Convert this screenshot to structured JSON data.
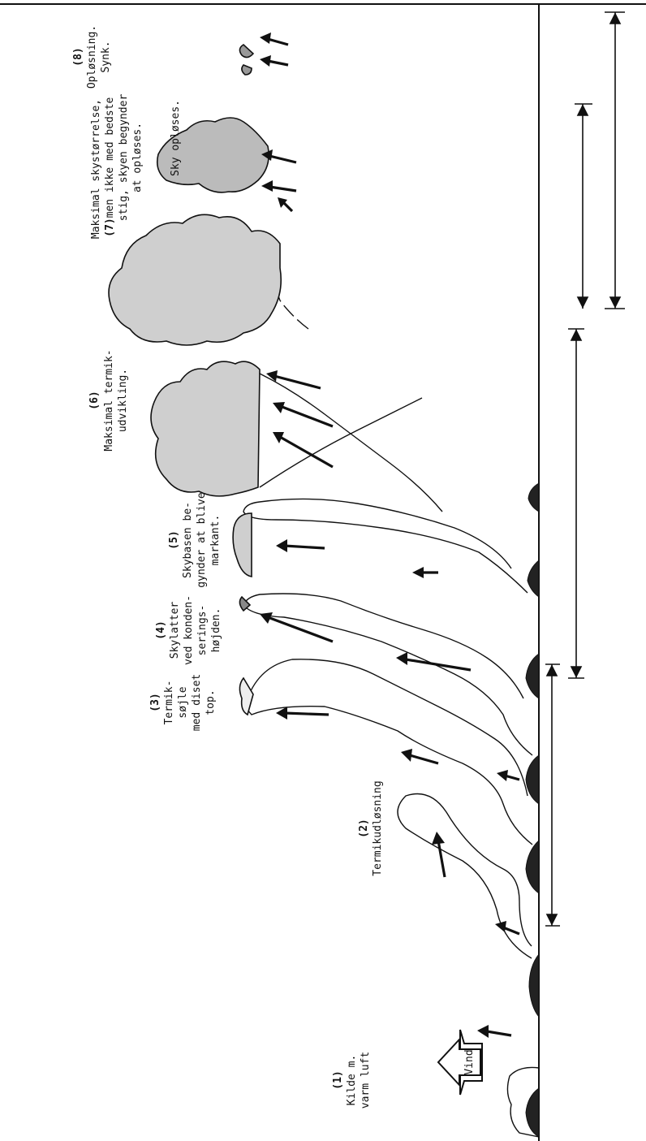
{
  "stages": [
    {
      "num": "(1)",
      "lines": [
        "Kilde m.",
        "varm luft"
      ]
    },
    {
      "num": "(2)",
      "lines": [
        "Termikudløsning"
      ]
    },
    {
      "num": "(3)",
      "lines": [
        "Termik-",
        "søjle",
        "med diset",
        "top."
      ]
    },
    {
      "num": "(4)",
      "lines": [
        "Skylatter",
        "ved konden-",
        "serings-",
        "højden."
      ]
    },
    {
      "num": "(5)",
      "lines": [
        "Skybasen be-",
        "gynder at blive",
        "markant."
      ]
    },
    {
      "num": "(6)",
      "lines": [
        "Maksimal termik-",
        "udvikling."
      ]
    },
    {
      "num": "(7)",
      "lines": [
        "Maksimal skystørrelse,",
        "men ikke med bedste",
        "stig, skyen begynder",
        "at opløses."
      ]
    },
    {
      "num": "",
      "lines": [
        "Sky opløses."
      ]
    },
    {
      "num": "(8)",
      "lines": [
        "Opløsning.",
        "Synk."
      ]
    }
  ],
  "wind_label": "Vind"
}
